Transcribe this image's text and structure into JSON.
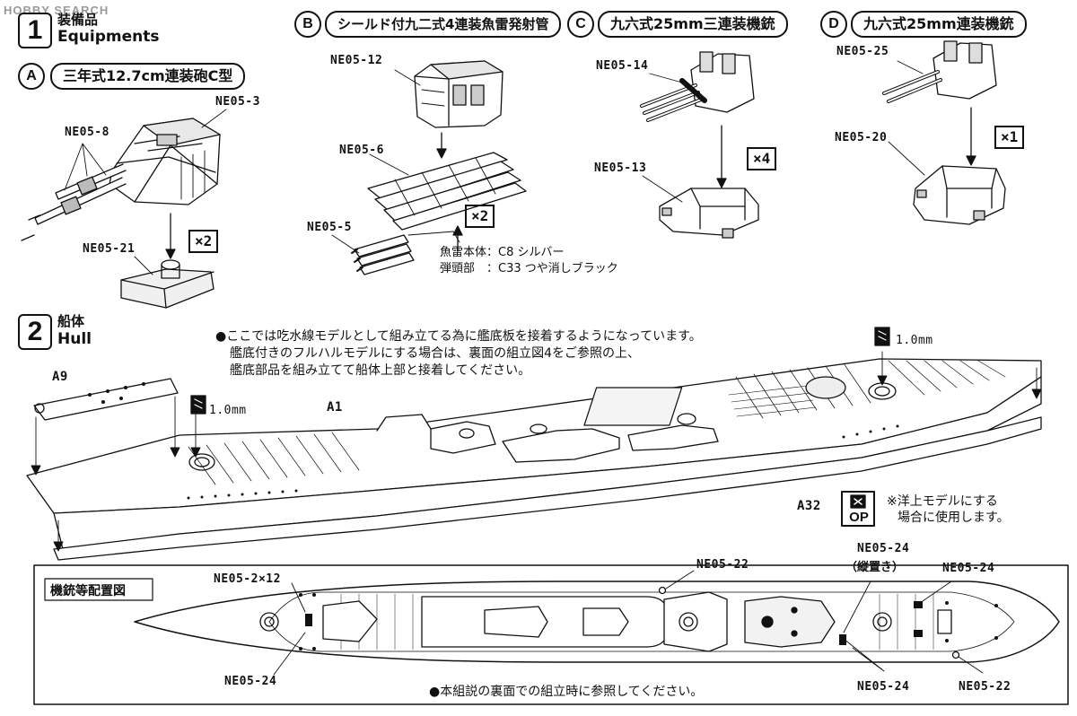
{
  "watermark": "HOBBY SEARCH",
  "step1": {
    "number": "1",
    "title_jp": "装備品",
    "title_en": "Equipments"
  },
  "step2": {
    "number": "2",
    "title_jp": "船体",
    "title_en": "Hull"
  },
  "sections": {
    "A": {
      "letter": "A",
      "title": "三年式12.7cm連装砲C型",
      "qty": "×2"
    },
    "B": {
      "letter": "B",
      "title": "シールド付九二式4連装魚雷発射管",
      "qty": "×2"
    },
    "C": {
      "letter": "C",
      "title": "九六式25mm三連装機銃",
      "qty": "×4"
    },
    "D": {
      "letter": "D",
      "title": "九六式25mm連装機銃",
      "qty": "×1"
    }
  },
  "parts": {
    "a_ne05_3": "NE05-3",
    "a_ne05_8": "NE05-8",
    "a_ne05_21": "NE05-21",
    "b_ne05_12": "NE05-12",
    "b_ne05_6": "NE05-6",
    "b_ne05_5": "NE05-5",
    "c_ne05_14": "NE05-14",
    "c_ne05_13": "NE05-13",
    "d_ne05_25": "NE05-25",
    "d_ne05_20": "NE05-20"
  },
  "torpedo_notes": {
    "body": "魚雷本体：C8 シルバー",
    "warhead": "弾頭部　：C33 つや消しブラック"
  },
  "hull_notes": {
    "line1": "●ここでは吃水線モデルとして組み立てる為に艦底板を接着するようになっています。",
    "line2": "艦底付きのフルハルモデルにする場合は、裏面の組立図4をご参照の上、",
    "line3": "艦底部品を組み立てて船体上部と接着してください。"
  },
  "hull_labels": {
    "a9": "A9",
    "a1": "A1",
    "a32": "A32",
    "drill1": "1.0mm",
    "drill2": "1.0mm",
    "op_badge": "OP",
    "op_note1": "※洋上モデルにする",
    "op_note2": "場合に使用します。"
  },
  "layout_diagram": {
    "title": "機銃等配置図",
    "ne05_2x12": "NE05-2×12",
    "ne05_22_top": "NE05-22",
    "ne05_24_vertical": "NE05-24",
    "vertical_note": "（縦置き）",
    "ne05_24_right": "NE05-24",
    "ne05_24_left": "NE05-24",
    "ne05_24_bottom": "NE05-24",
    "ne05_22_bottom": "NE05-22",
    "footer": "●本組説の裏面での組立時に参照してください。"
  }
}
